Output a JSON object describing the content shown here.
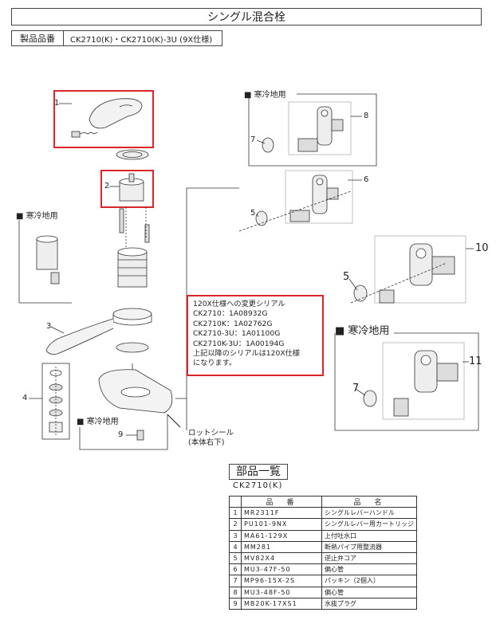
{
  "title": "シングル混合栓",
  "model_label": "製品品番",
  "model_value": "CK2710(K)・CK2710(K)-3U (9X仕様)",
  "cold_label": "■ 寒冷地用",
  "part_numbers": [
    "1",
    "2",
    "3",
    "4",
    "5",
    "6",
    "7",
    "8",
    "9",
    "10",
    "5",
    "11",
    "7"
  ],
  "callout_lines": [
    "120X仕様への変更シリアル",
    "CK2710：1A08932G",
    "CK2710K：1A02762G",
    "CK2710-3U：1A01100G",
    "CK2710K-3U：1A00194G",
    "上記以降のシリアルは120X仕様",
    "になります。"
  ],
  "seal_label_line1": "ロットシール",
  "seal_label_line2": "(本体右下)",
  "parts_heading": "部品一覧",
  "parts_model": "CK2710(K)",
  "parts_table": {
    "headers": [
      "品　番",
      "品　名"
    ],
    "rows": [
      {
        "no": "1",
        "code": "MR2311F",
        "name": "シングルレバーハンドル"
      },
      {
        "no": "2",
        "code": "PU101-9NX",
        "name": "シングルレバー用カートリッジ"
      },
      {
        "no": "3",
        "code": "MA61-129X",
        "name": "上付吐水口"
      },
      {
        "no": "4",
        "code": "MM281",
        "name": "断熱パイプ用整流器"
      },
      {
        "no": "5",
        "code": "MV82X4",
        "name": "逆止弁コア"
      },
      {
        "no": "6",
        "code": "MU3-47F-50",
        "name": "偏心管"
      },
      {
        "no": "7",
        "code": "MP96-15X-2S",
        "name": "パッキン（2個入）"
      },
      {
        "no": "8",
        "code": "MU3-48F-50",
        "name": "偏心管"
      },
      {
        "no": "9",
        "code": "MB20K-17XS1",
        "name": "水抜プラグ"
      }
    ]
  },
  "colors": {
    "highlight": "#d9262b",
    "line": "#333333"
  }
}
